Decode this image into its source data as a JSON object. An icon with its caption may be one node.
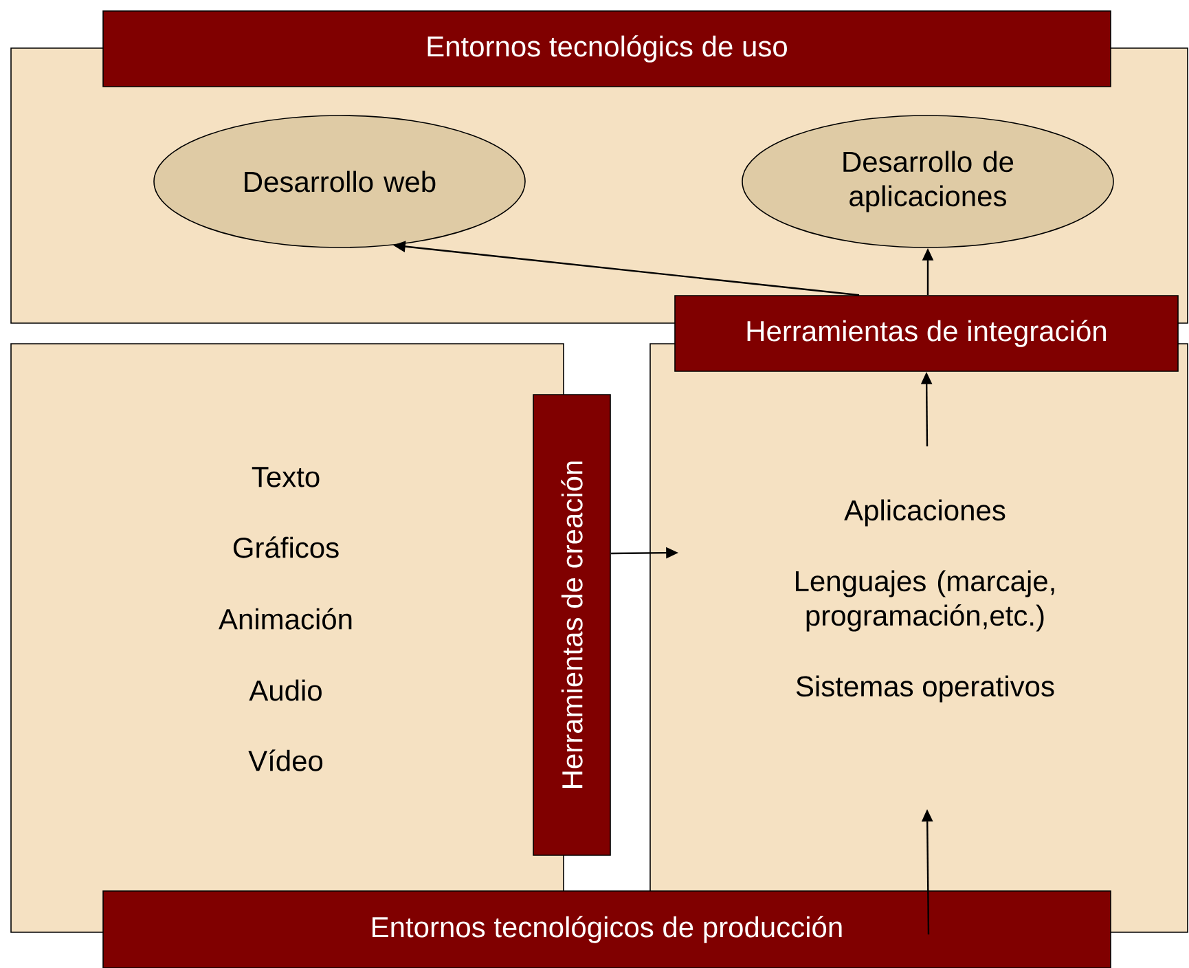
{
  "diagram": {
    "nodes": [
      {
        "text": [
          "Entornos tecnológics de uso"
        ]
      },
      {
        "text": [
          "Desarrollo web"
        ],
        "in": 0
      },
      {
        "text": [
          "Desarrollo de aplicaciones"
        ],
        "in": 0
      },
      {
        "text": [
          "Herramientas de integración"
        ]
      },
      {
        "text": [
          "Texto",
          "Gráficos",
          "Animación",
          "Audio",
          "Vídeo"
        ]
      },
      {
        "text": [
          "Herramientas de creación"
        ]
      },
      {
        "text": [
          "Aplicaciones",
          "Lenguajes (marcaje, programación,etc.)",
          "Sistemas operativos"
        ]
      },
      {
        "text": [
          "Entornos tecnológicos de producción"
        ]
      }
    ],
    "edges": [
      {
        "from": 3,
        "to": 1,
        "arrow": "to"
      },
      {
        "from": 3,
        "to": 2,
        "arrow": "to"
      },
      {
        "from": 6,
        "to": 3,
        "arrow": "to"
      },
      {
        "from": 5,
        "to": 6,
        "arrow": "to"
      },
      {
        "from": 7,
        "to": 6,
        "arrow": "to"
      }
    ]
  }
}
